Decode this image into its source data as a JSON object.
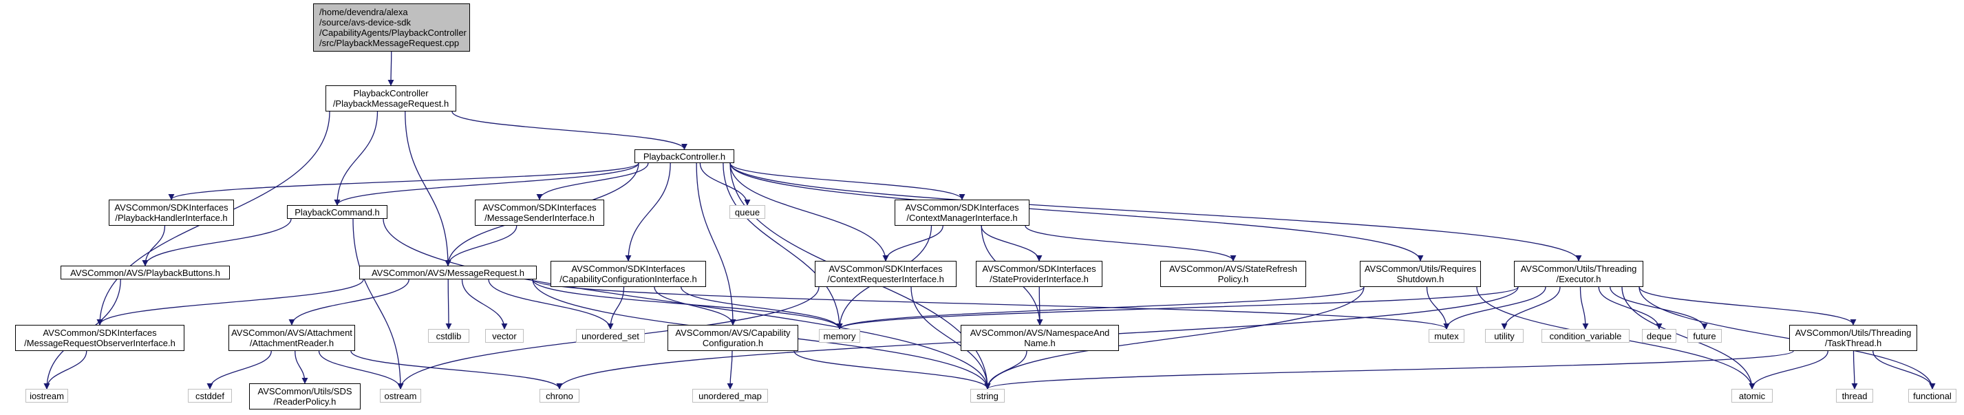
{
  "graph": {
    "nodes": [
      {
        "id": "root",
        "lines": [
          "/home/devendra/alexa",
          "/source/avs-device-sdk",
          "/CapabilityAgents/PlaybackController",
          "/src/PlaybackMessageRequest.cpp"
        ],
        "kind": "root"
      },
      {
        "id": "pmr",
        "lines": [
          "PlaybackController",
          "/PlaybackMessageRequest.h"
        ],
        "kind": "file"
      },
      {
        "id": "pch",
        "lines": [
          "PlaybackController.h"
        ],
        "kind": "file"
      },
      {
        "id": "phi",
        "lines": [
          "AVSCommon/SDKInterfaces",
          "/PlaybackHandlerInterface.h"
        ],
        "kind": "file"
      },
      {
        "id": "pcmd",
        "lines": [
          "PlaybackCommand.h"
        ],
        "kind": "file"
      },
      {
        "id": "msi",
        "lines": [
          "AVSCommon/SDKInterfaces",
          "/MessageSenderInterface.h"
        ],
        "kind": "file"
      },
      {
        "id": "queue",
        "lines": [
          "queue"
        ],
        "kind": "ext"
      },
      {
        "id": "cmi",
        "lines": [
          "AVSCommon/SDKInterfaces",
          "/ContextManagerInterface.h"
        ],
        "kind": "file"
      },
      {
        "id": "pb",
        "lines": [
          "AVSCommon/AVS/PlaybackButtons.h"
        ],
        "kind": "file"
      },
      {
        "id": "mr",
        "lines": [
          "AVSCommon/AVS/MessageRequest.h"
        ],
        "kind": "file"
      },
      {
        "id": "cci",
        "lines": [
          "AVSCommon/SDKInterfaces",
          "/CapabilityConfigurationInterface.h"
        ],
        "kind": "file"
      },
      {
        "id": "cri",
        "lines": [
          "AVSCommon/SDKInterfaces",
          "/ContextRequesterInterface.h"
        ],
        "kind": "file"
      },
      {
        "id": "spi",
        "lines": [
          "AVSCommon/SDKInterfaces",
          "/StateProviderInterface.h"
        ],
        "kind": "file"
      },
      {
        "id": "srp",
        "lines": [
          "AVSCommon/AVS/StateRefresh",
          "Policy.h"
        ],
        "kind": "file"
      },
      {
        "id": "rs",
        "lines": [
          "AVSCommon/Utils/Requires",
          "Shutdown.h"
        ],
        "kind": "file"
      },
      {
        "id": "exe",
        "lines": [
          "AVSCommon/Utils/Threading",
          "/Executor.h"
        ],
        "kind": "file"
      },
      {
        "id": "mroi",
        "lines": [
          "AVSCommon/SDKInterfaces",
          "/MessageRequestObserverInterface.h"
        ],
        "kind": "file"
      },
      {
        "id": "ar",
        "lines": [
          "AVSCommon/AVS/Attachment",
          "/AttachmentReader.h"
        ],
        "kind": "file"
      },
      {
        "id": "cstdlib",
        "lines": [
          "cstdlib"
        ],
        "kind": "ext"
      },
      {
        "id": "vector",
        "lines": [
          "vector"
        ],
        "kind": "ext"
      },
      {
        "id": "uset",
        "lines": [
          "unordered_set"
        ],
        "kind": "ext"
      },
      {
        "id": "capcfg",
        "lines": [
          "AVSCommon/AVS/Capability",
          "Configuration.h"
        ],
        "kind": "file"
      },
      {
        "id": "memory",
        "lines": [
          "memory"
        ],
        "kind": "ext"
      },
      {
        "id": "nsn",
        "lines": [
          "AVSCommon/AVS/NamespaceAnd",
          "Name.h"
        ],
        "kind": "file"
      },
      {
        "id": "mutex",
        "lines": [
          "mutex"
        ],
        "kind": "ext"
      },
      {
        "id": "utility",
        "lines": [
          "utility"
        ],
        "kind": "ext"
      },
      {
        "id": "cv",
        "lines": [
          "condition_variable"
        ],
        "kind": "ext"
      },
      {
        "id": "deque",
        "lines": [
          "deque"
        ],
        "kind": "ext"
      },
      {
        "id": "future",
        "lines": [
          "future"
        ],
        "kind": "ext"
      },
      {
        "id": "tt",
        "lines": [
          "AVSCommon/Utils/Threading",
          "/TaskThread.h"
        ],
        "kind": "file"
      },
      {
        "id": "iostream",
        "lines": [
          "iostream"
        ],
        "kind": "ext"
      },
      {
        "id": "cstddef",
        "lines": [
          "cstddef"
        ],
        "kind": "ext"
      },
      {
        "id": "rp",
        "lines": [
          "AVSCommon/Utils/SDS",
          "/ReaderPolicy.h"
        ],
        "kind": "file"
      },
      {
        "id": "ostream",
        "lines": [
          "ostream"
        ],
        "kind": "ext"
      },
      {
        "id": "chrono",
        "lines": [
          "chrono"
        ],
        "kind": "ext"
      },
      {
        "id": "umap",
        "lines": [
          "unordered_map"
        ],
        "kind": "ext"
      },
      {
        "id": "string",
        "lines": [
          "string"
        ],
        "kind": "ext"
      },
      {
        "id": "atomic",
        "lines": [
          "atomic"
        ],
        "kind": "ext"
      },
      {
        "id": "thread",
        "lines": [
          "thread"
        ],
        "kind": "ext"
      },
      {
        "id": "functional",
        "lines": [
          "functional"
        ],
        "kind": "ext"
      }
    ],
    "edges": [
      [
        "root",
        "pmr"
      ],
      [
        "pmr",
        "pch"
      ],
      [
        "pmr",
        "pcmd"
      ],
      [
        "pmr",
        "mr"
      ],
      [
        "pmr",
        "mroi"
      ],
      [
        "pch",
        "phi"
      ],
      [
        "pch",
        "pcmd"
      ],
      [
        "pch",
        "msi"
      ],
      [
        "pch",
        "queue"
      ],
      [
        "pch",
        "cmi"
      ],
      [
        "pch",
        "mr"
      ],
      [
        "pch",
        "cci"
      ],
      [
        "pch",
        "cri"
      ],
      [
        "pch",
        "capcfg"
      ],
      [
        "pch",
        "memory"
      ],
      [
        "pch",
        "string"
      ],
      [
        "pch",
        "rs"
      ],
      [
        "pch",
        "exe"
      ],
      [
        "phi",
        "pb"
      ],
      [
        "pcmd",
        "pb"
      ],
      [
        "pcmd",
        "string"
      ],
      [
        "pcmd",
        "ostream"
      ],
      [
        "pb",
        "iostream"
      ],
      [
        "msi",
        "mr"
      ],
      [
        "cmi",
        "cri"
      ],
      [
        "cmi",
        "spi"
      ],
      [
        "cmi",
        "srp"
      ],
      [
        "cmi",
        "nsn"
      ],
      [
        "cmi",
        "memory"
      ],
      [
        "mr",
        "mroi"
      ],
      [
        "mr",
        "ar"
      ],
      [
        "mr",
        "cstdlib"
      ],
      [
        "mr",
        "vector"
      ],
      [
        "mr",
        "uset"
      ],
      [
        "mr",
        "memory"
      ],
      [
        "mr",
        "string"
      ],
      [
        "mr",
        "mutex"
      ],
      [
        "mroi",
        "iostream"
      ],
      [
        "cci",
        "uset"
      ],
      [
        "cci",
        "capcfg"
      ],
      [
        "cci",
        "memory"
      ],
      [
        "cri",
        "string"
      ],
      [
        "cri",
        "ostream"
      ],
      [
        "spi",
        "nsn"
      ],
      [
        "rs",
        "memory"
      ],
      [
        "rs",
        "mutex"
      ],
      [
        "rs",
        "string"
      ],
      [
        "rs",
        "atomic"
      ],
      [
        "exe",
        "memory"
      ],
      [
        "exe",
        "mutex"
      ],
      [
        "exe",
        "utility"
      ],
      [
        "exe",
        "cv"
      ],
      [
        "exe",
        "deque"
      ],
      [
        "exe",
        "future"
      ],
      [
        "exe",
        "tt"
      ],
      [
        "exe",
        "atomic"
      ],
      [
        "exe",
        "functional"
      ],
      [
        "exe",
        "chrono"
      ],
      [
        "ar",
        "cstddef"
      ],
      [
        "ar",
        "rp"
      ],
      [
        "ar",
        "ostream"
      ],
      [
        "ar",
        "chrono"
      ],
      [
        "capcfg",
        "umap"
      ],
      [
        "capcfg",
        "string"
      ],
      [
        "nsn",
        "string"
      ],
      [
        "tt",
        "atomic"
      ],
      [
        "tt",
        "thread"
      ],
      [
        "tt",
        "functional"
      ],
      [
        "tt",
        "string"
      ]
    ]
  },
  "style": {
    "edge_color": "#191970",
    "box_border": "#000000",
    "ext_border": "#bfbfbf",
    "root_fill": "#bfbfbf"
  }
}
